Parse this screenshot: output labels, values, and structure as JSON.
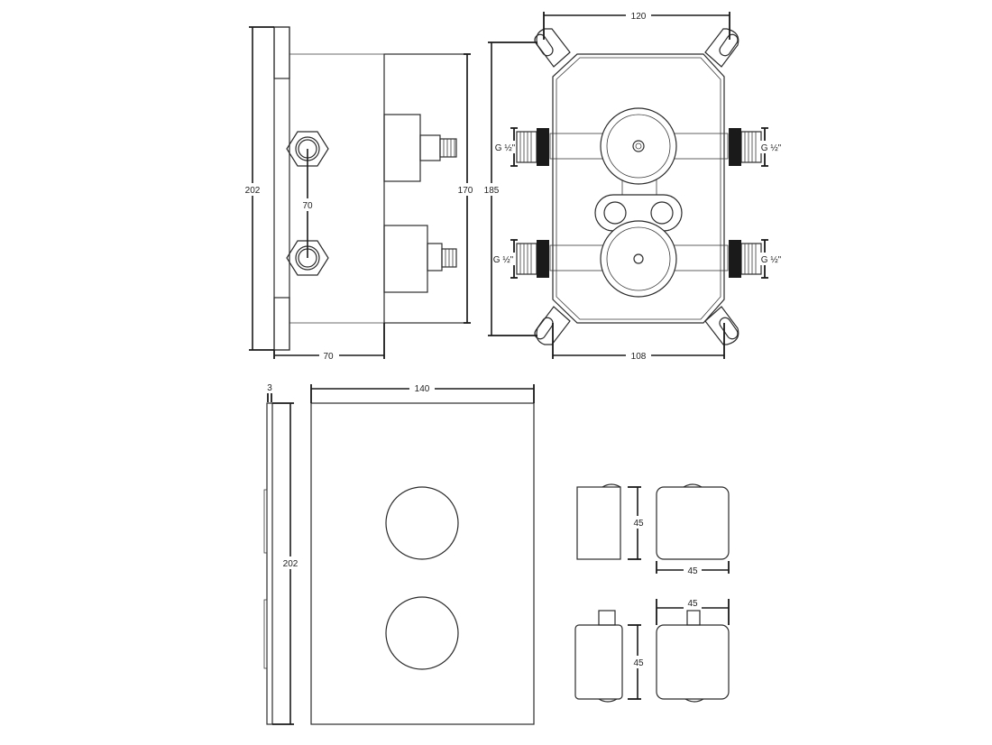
{
  "dimensions": {
    "side_height": "202",
    "inlet_spacing": "70",
    "body_height": "170",
    "side_depth": "70",
    "bracket_width": "120",
    "bracket_height": "185",
    "body_width": "108",
    "thread_left_top": "G ½\"",
    "thread_right_top": "G ½\"",
    "thread_left_bottom": "G ½\"",
    "thread_right_bottom": "G ½\"",
    "plate_thickness": "3",
    "plate_width": "140",
    "plate_height": "202",
    "knob1_height": "45",
    "knob1_width": "45",
    "knob2_width": "45",
    "knob2_height": "45"
  }
}
